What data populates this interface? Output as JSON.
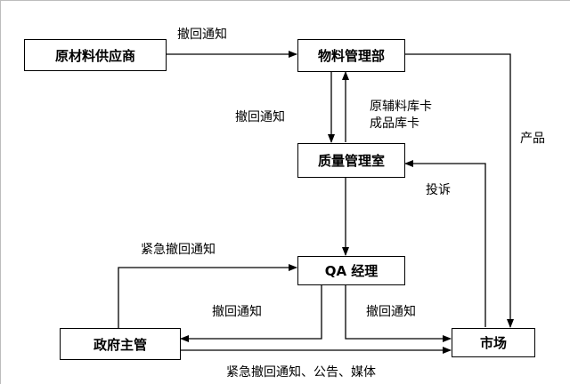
{
  "nodes": {
    "supplier": "原材料供应商",
    "material_dept": "物料管理部",
    "quality_room": "质量管理室",
    "qa_manager": "QA 经理",
    "government": "政府主管",
    "market": "市场"
  },
  "labels": {
    "supplier_recall": "撤回通知",
    "inventory_line1": "原辅料库卡",
    "inventory_line2": "成品库卡",
    "quality_recall": "撤回通知",
    "product": "产品",
    "complaint": "投诉",
    "emergency_recall": "紧急撤回通知",
    "qa_to_gov_recall": "撤回通知",
    "qa_to_market_recall": "撤回通知",
    "gov_to_market": "紧急撤回通知、公告、媒体"
  },
  "colors": {
    "line": "#000000",
    "frame": "#bdbdbd"
  }
}
